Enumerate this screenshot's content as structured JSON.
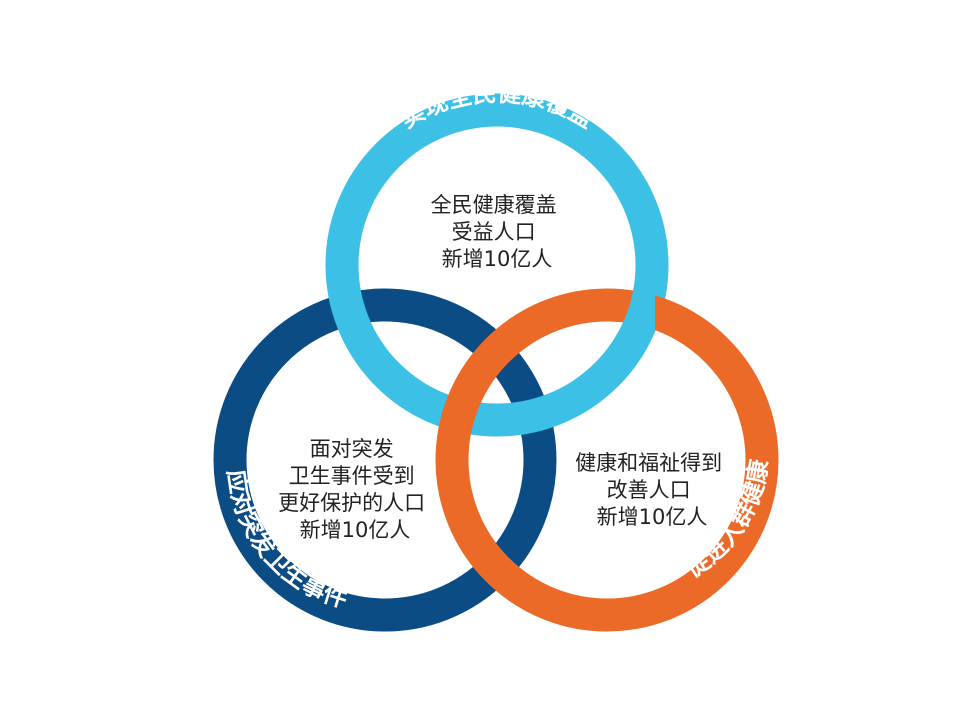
{
  "colors": {
    "top_ring": "#3cc0e6",
    "left_ring": "#0b4c84",
    "right_ring": "#ec6a27",
    "text": "#222222",
    "ring_label": "#ffffff"
  },
  "rings": {
    "top": {
      "label": "实现全民健康覆盖",
      "lines": [
        "全民健康覆盖",
        "受益人口",
        "新增10亿人"
      ]
    },
    "left": {
      "label": "应对突发卫生事件",
      "lines": [
        "面对突发",
        "卫生事件受到",
        "更好保护的人口",
        "新增10亿人"
      ]
    },
    "right": {
      "label": "促进人群健康",
      "lines": [
        "健康和福祉得到",
        "改善人口",
        "新增10亿人"
      ]
    }
  }
}
